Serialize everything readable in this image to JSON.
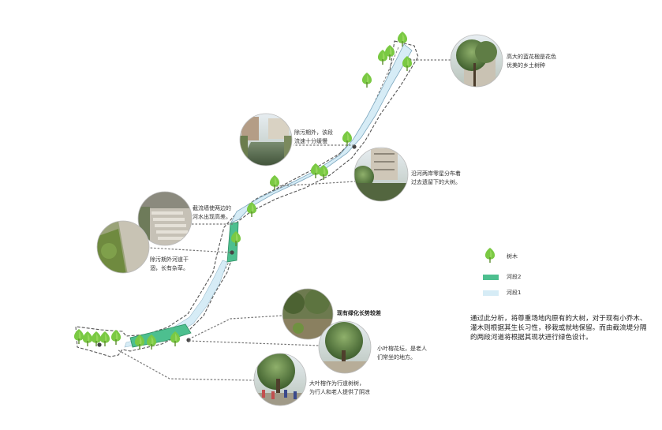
{
  "colors": {
    "river1": "#d6ecf6",
    "river2": "#4dbf8f",
    "tree": "#7ac943",
    "boundary": "#555555",
    "leader": "#777777"
  },
  "annotations": [
    {
      "id": "big-tree",
      "text": "高大的蓝花楹是花色\n优美的乡土树种"
    },
    {
      "id": "sewage-a",
      "text": "除污期外，该段\n流速十分缓慢"
    },
    {
      "id": "sparse-trees",
      "text": "沿河两岸零星分布着\n过去遗留下的大树。"
    },
    {
      "id": "wall-gap",
      "text": "截流墙使两边的\n河水出现高差。"
    },
    {
      "id": "dry-bed",
      "text": "除污期外河道干\n涸，长有杂草。"
    },
    {
      "id": "green-good",
      "text": "现有绿化长势较差"
    },
    {
      "id": "small-tree",
      "text": "小叶榕花坛，是老人\n们常坐的地方。"
    },
    {
      "id": "big-leaf",
      "text": "大叶榕作为行道树树，\n为行人和老人提供了阴凉"
    }
  ],
  "legend": [
    {
      "icon": "tree-icon",
      "label": "树木"
    },
    {
      "icon": "swatch-river2",
      "label": "河段2"
    },
    {
      "icon": "swatch-river1",
      "label": "河段1"
    }
  ],
  "summary": "通过此分析，将尊重场地内原有的大树，对于现有小乔木、灌木则根据其生长习性，移栽或就地保留。而由截流堤分隔的两段河道将根据其现状进行绿色设计。"
}
